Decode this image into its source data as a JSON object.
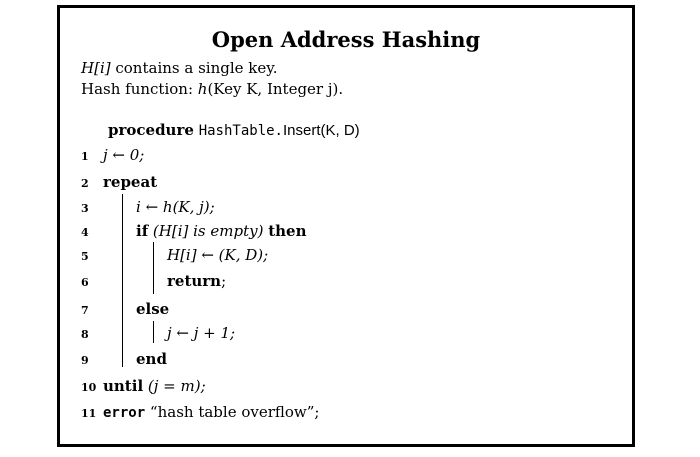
{
  "title": "Open Address Hashing",
  "desc": {
    "line1_var": "H",
    "line1_idx": "[i]",
    "line1_rest": " contains a single key.",
    "line2_pre": "Hash function: ",
    "line2_fn": "h",
    "line2_args": "(Key K, Integer j)."
  },
  "procedure": {
    "kw": "procedure",
    "name": "HashTable.",
    "call": "Insert(K, D)"
  },
  "lines": [
    {
      "n": "1",
      "text": "j ← 0;"
    },
    {
      "n": "2",
      "kw": "repeat"
    },
    {
      "n": "3",
      "text": "i ← h(K, j);"
    },
    {
      "n": "4",
      "kw": "if",
      "cond": " (H[i] is empty) ",
      "kw2": "then"
    },
    {
      "n": "5",
      "text": "H[i] ← (K, D);"
    },
    {
      "n": "6",
      "kw": "return",
      "suffix": ";"
    },
    {
      "n": "7",
      "kw": "else"
    },
    {
      "n": "8",
      "text": "j ← j + 1;"
    },
    {
      "n": "9",
      "kw": "end"
    },
    {
      "n": "10",
      "kw": "until",
      "text": " (j = m);"
    },
    {
      "n": "11",
      "kw": "error",
      "text": " “hash table overflow”;"
    }
  ]
}
